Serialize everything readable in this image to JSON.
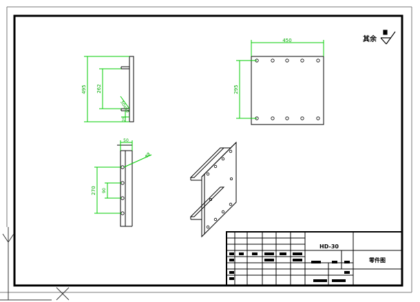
{
  "colors": {
    "background": "#ffffff",
    "frame": "#000000",
    "part": "#000000",
    "dimension": "#00cc00",
    "outer_border": "#777777",
    "crosshair": "#444444"
  },
  "surface_note": {
    "text": "其余",
    "symbol": "surface-roughness-icon"
  },
  "side_view": {
    "dim_height_total": "495",
    "dim_inner": "262",
    "dim_bottom": "50x60",
    "dim_small": "25"
  },
  "front_view": {
    "dim_width": "450",
    "dim_height": "295"
  },
  "end_view": {
    "dim_top": "50",
    "dim_leader": "φ8",
    "dim_spacing": "270",
    "dim_pitch": "90"
  },
  "iso_view": {
    "label": ""
  },
  "title_block": {
    "code": "HD-30",
    "drawing_name": "零件图"
  }
}
